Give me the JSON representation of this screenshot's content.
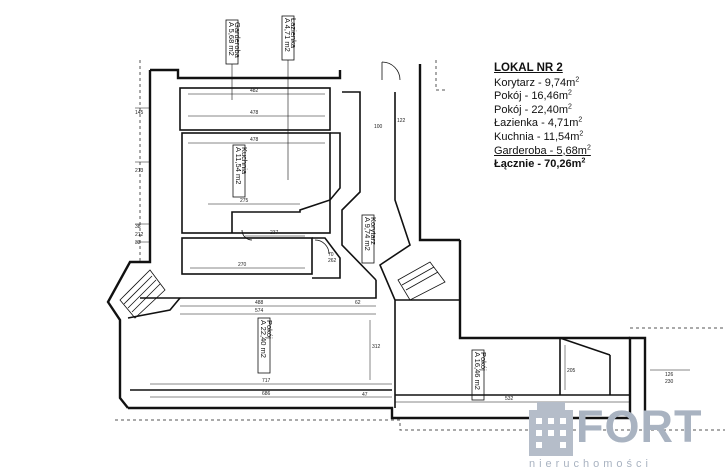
{
  "legend": {
    "title": "LOKAL NR 2",
    "items": [
      {
        "name": "Korytarz",
        "area": "9,74m",
        "sup": "2"
      },
      {
        "name": "Pokój",
        "area": "16,46m",
        "sup": "2"
      },
      {
        "name": "Pokój",
        "area": "22,40m",
        "sup": "2"
      },
      {
        "name": "Łazienka",
        "area": "4,71m",
        "sup": "2"
      },
      {
        "name": "Kuchnia",
        "area": "11,54m",
        "sup": "2"
      },
      {
        "name": "Garderoba",
        "area": "5,68m",
        "sup": "2"
      }
    ],
    "total": {
      "name": "Łącznie",
      "area": "70,26m",
      "sup": "2"
    }
  },
  "rooms": {
    "garderoba": {
      "name": "Garderoba",
      "area": "A 5,68 m2"
    },
    "lazienka": {
      "name": "Łazienka",
      "area": "A 4,71 m2"
    },
    "kuchnia": {
      "name": "Kuchnia",
      "area": "A 11,54 m2"
    },
    "korytarz": {
      "name": "Korytarz",
      "area": "A 9,74 m2"
    },
    "pokoj_large": {
      "name": "Pokój",
      "area": "A 22,40 m2"
    },
    "pokoj_small": {
      "name": "Pokój",
      "area": "A 16,46 m2"
    }
  },
  "dimensions": {
    "d482": "482",
    "d478a": "478",
    "d478b": "478",
    "d275": "275",
    "d237": "237",
    "d270": "270",
    "d488": "488",
    "d574": "574",
    "d717": "717",
    "d686": "686",
    "d532": "532",
    "d312": "312",
    "d205": "205",
    "d122": "122",
    "d100": "100",
    "d212": "212",
    "d213": "213",
    "d145": "145",
    "d126": "126",
    "d230": "230",
    "d262": "262",
    "d62": "62",
    "d47": "47",
    "d70": "70",
    "d33": "33",
    "d38": "38"
  },
  "brand": {
    "word": "FORT",
    "sub": "nieruchomości",
    "color": "#a9b3c1"
  }
}
